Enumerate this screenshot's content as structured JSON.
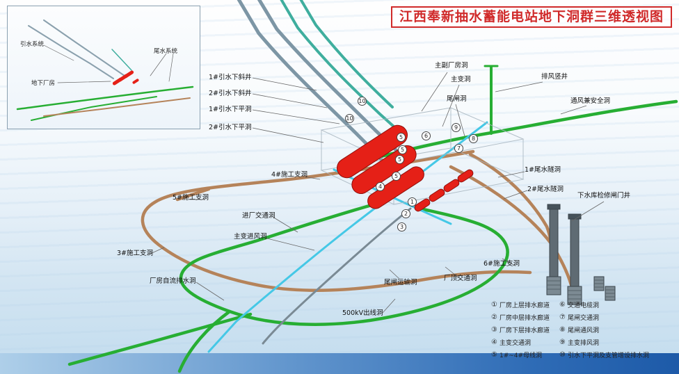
{
  "title": "江西奉新抽水蓄能电站地下洞群三维透视图",
  "inset": {
    "labels": [
      {
        "id": "water-intake-system",
        "text": "引水系统"
      },
      {
        "id": "tailwater-system",
        "text": "尾水系统"
      },
      {
        "id": "underground-powerhouse",
        "text": "地下厂房"
      }
    ]
  },
  "labels": [
    {
      "id": "penstock-inclined-1",
      "text": "1#引水下斜井"
    },
    {
      "id": "penstock-inclined-2",
      "text": "2#引水下斜井"
    },
    {
      "id": "penstock-flat-1",
      "text": "1#引水下平洞"
    },
    {
      "id": "penstock-flat-2",
      "text": "2#引水下平洞"
    },
    {
      "id": "main-aux-powerhouse",
      "text": "主副厂房洞"
    },
    {
      "id": "main-transformer-cavern",
      "text": "主变洞"
    },
    {
      "id": "tailgate-cavern",
      "text": "尾闸洞"
    },
    {
      "id": "exhaust-shaft",
      "text": "排风竖井"
    },
    {
      "id": "vent-safety-tunnel",
      "text": "通风兼安全洞"
    },
    {
      "id": "tailrace-1",
      "text": "1#尾水隧洞"
    },
    {
      "id": "tailrace-2",
      "text": "2#尾水隧洞"
    },
    {
      "id": "lower-reservoir-gate-shaft",
      "text": "下水库检修闸门井"
    },
    {
      "id": "adit-4",
      "text": "4#施工支洞"
    },
    {
      "id": "adit-5",
      "text": "5#施工支洞"
    },
    {
      "id": "entrance-access-tunnel",
      "text": "进厂交通洞"
    },
    {
      "id": "transformer-air-intake",
      "text": "主变进风洞"
    },
    {
      "id": "adit-3",
      "text": "3#施工支洞"
    },
    {
      "id": "powerhouse-drainage",
      "text": "厂房自流排水洞"
    },
    {
      "id": "adit-6",
      "text": "6#施工支洞"
    },
    {
      "id": "roof-access-tunnel",
      "text": "厂顶交通洞"
    },
    {
      "id": "tailgate-transport-tunnel",
      "text": "尾闸运输洞"
    },
    {
      "id": "outlet-500kv",
      "text": "500kV出线洞"
    }
  ],
  "markers": [
    "10",
    "10",
    "5",
    "6",
    "9",
    "8",
    "7",
    "5",
    "5",
    "5",
    "4",
    "1",
    "2",
    "3"
  ],
  "legend": {
    "items": [
      {
        "num": "①",
        "text": "厂房上层排水廊道"
      },
      {
        "num": "②",
        "text": "厂房中层排水廊道"
      },
      {
        "num": "③",
        "text": "厂房下层排水廊道"
      },
      {
        "num": "④",
        "text": "主变交通洞"
      },
      {
        "num": "⑤",
        "text": "1#~4#母线洞"
      },
      {
        "num": "⑥",
        "text": "交通电缆洞"
      },
      {
        "num": "⑦",
        "text": "尾闸交通洞"
      },
      {
        "num": "⑧",
        "text": "尾闸通风洞"
      },
      {
        "num": "⑨",
        "text": "主变排风洞"
      },
      {
        "num": "⑩",
        "text": "引水下平洞及支管增设排水洞"
      }
    ]
  },
  "colors": {
    "title_red": "#d02a2a",
    "cavern_red": "#e52017",
    "tunnel_green": "#27ae33",
    "tunnel_brown": "#b5835a",
    "tunnel_cyan": "#45c8e6",
    "pipe_gray": "#7d96a5"
  }
}
